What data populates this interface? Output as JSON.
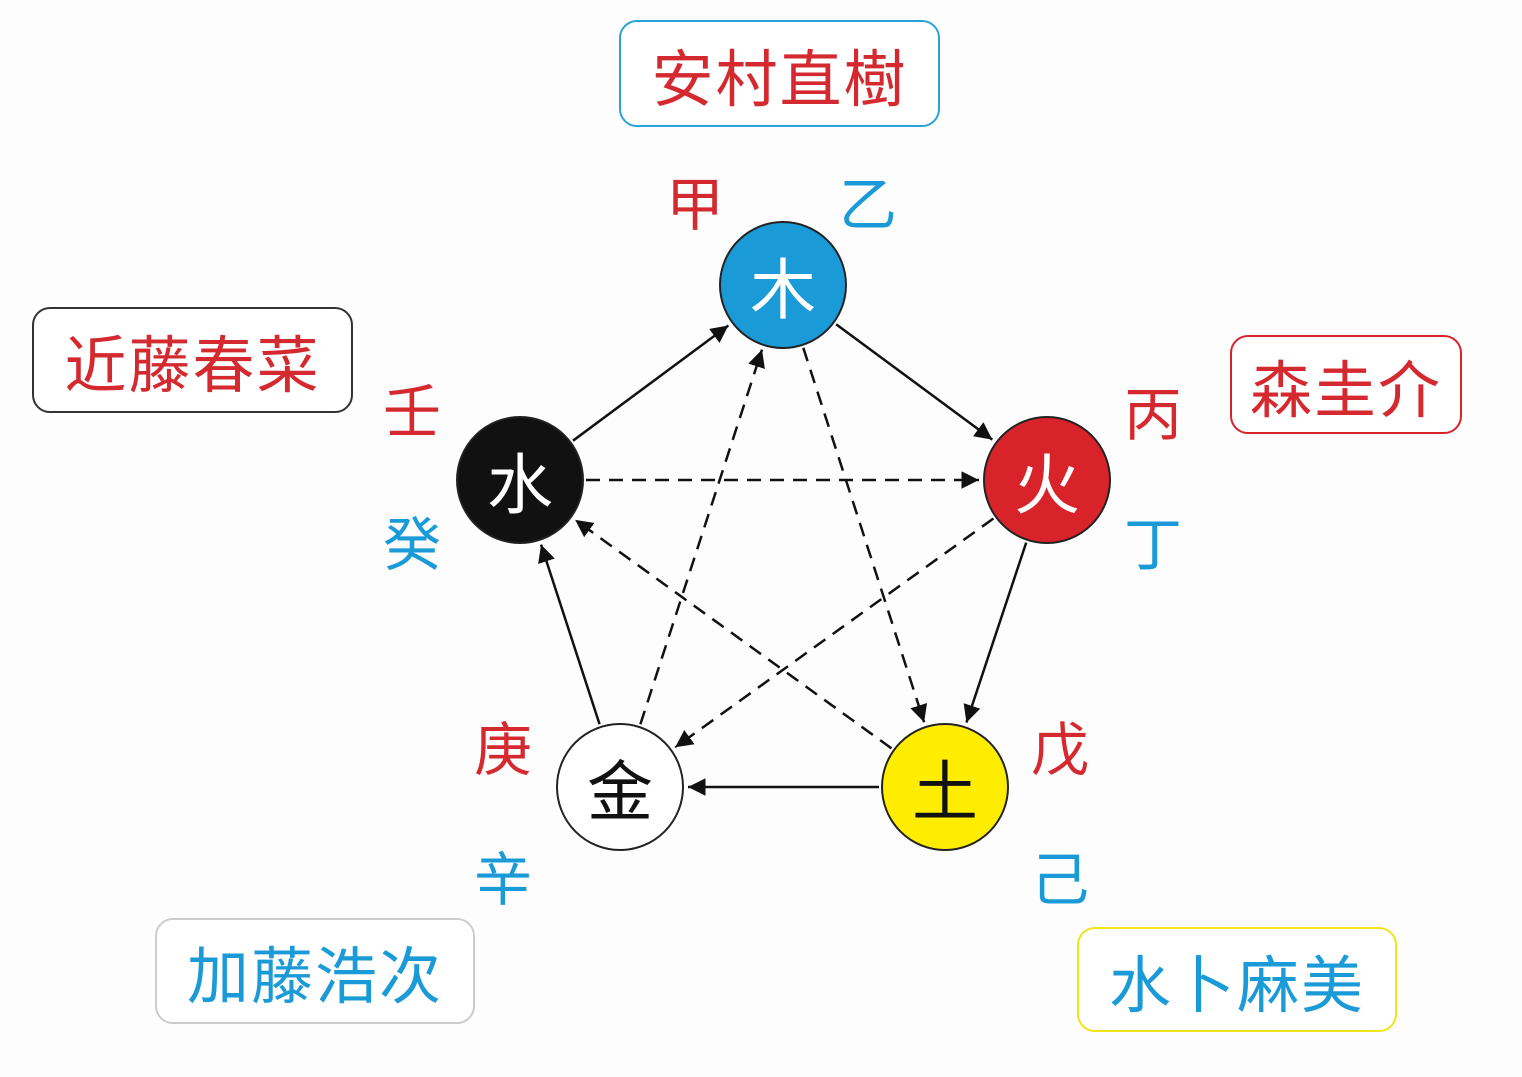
{
  "people": {
    "top": "安村直樹",
    "left": "近藤春菜",
    "right": "森圭介",
    "bottom_left": "加藤浩次",
    "bottom_right": "水卜麻美"
  },
  "elements": {
    "wood": {
      "label": "木",
      "yang": "甲",
      "yin": "乙",
      "color": "#1a9ad6"
    },
    "fire": {
      "label": "火",
      "yang": "丙",
      "yin": "丁",
      "color": "#d9232a"
    },
    "earth": {
      "label": "土",
      "yang": "戊",
      "yin": "己",
      "color": "#ffed00"
    },
    "metal": {
      "label": "金",
      "yang": "庚",
      "yin": "辛",
      "color": "#ffffff"
    },
    "water": {
      "label": "水",
      "yang": "壬",
      "yin": "癸",
      "color": "#111111"
    }
  },
  "edges": [
    {
      "from": "wood",
      "to": "fire",
      "style": "solid"
    },
    {
      "from": "fire",
      "to": "earth",
      "style": "solid"
    },
    {
      "from": "earth",
      "to": "metal",
      "style": "solid"
    },
    {
      "from": "metal",
      "to": "water",
      "style": "solid"
    },
    {
      "from": "water",
      "to": "wood",
      "style": "solid"
    },
    {
      "from": "water",
      "to": "fire",
      "style": "dashed"
    },
    {
      "from": "wood",
      "to": "earth",
      "style": "dashed"
    },
    {
      "from": "earth",
      "to": "water",
      "style": "dashed"
    },
    {
      "from": "fire",
      "to": "metal",
      "style": "dashed"
    },
    {
      "from": "metal",
      "to": "wood",
      "style": "dashed"
    }
  ]
}
